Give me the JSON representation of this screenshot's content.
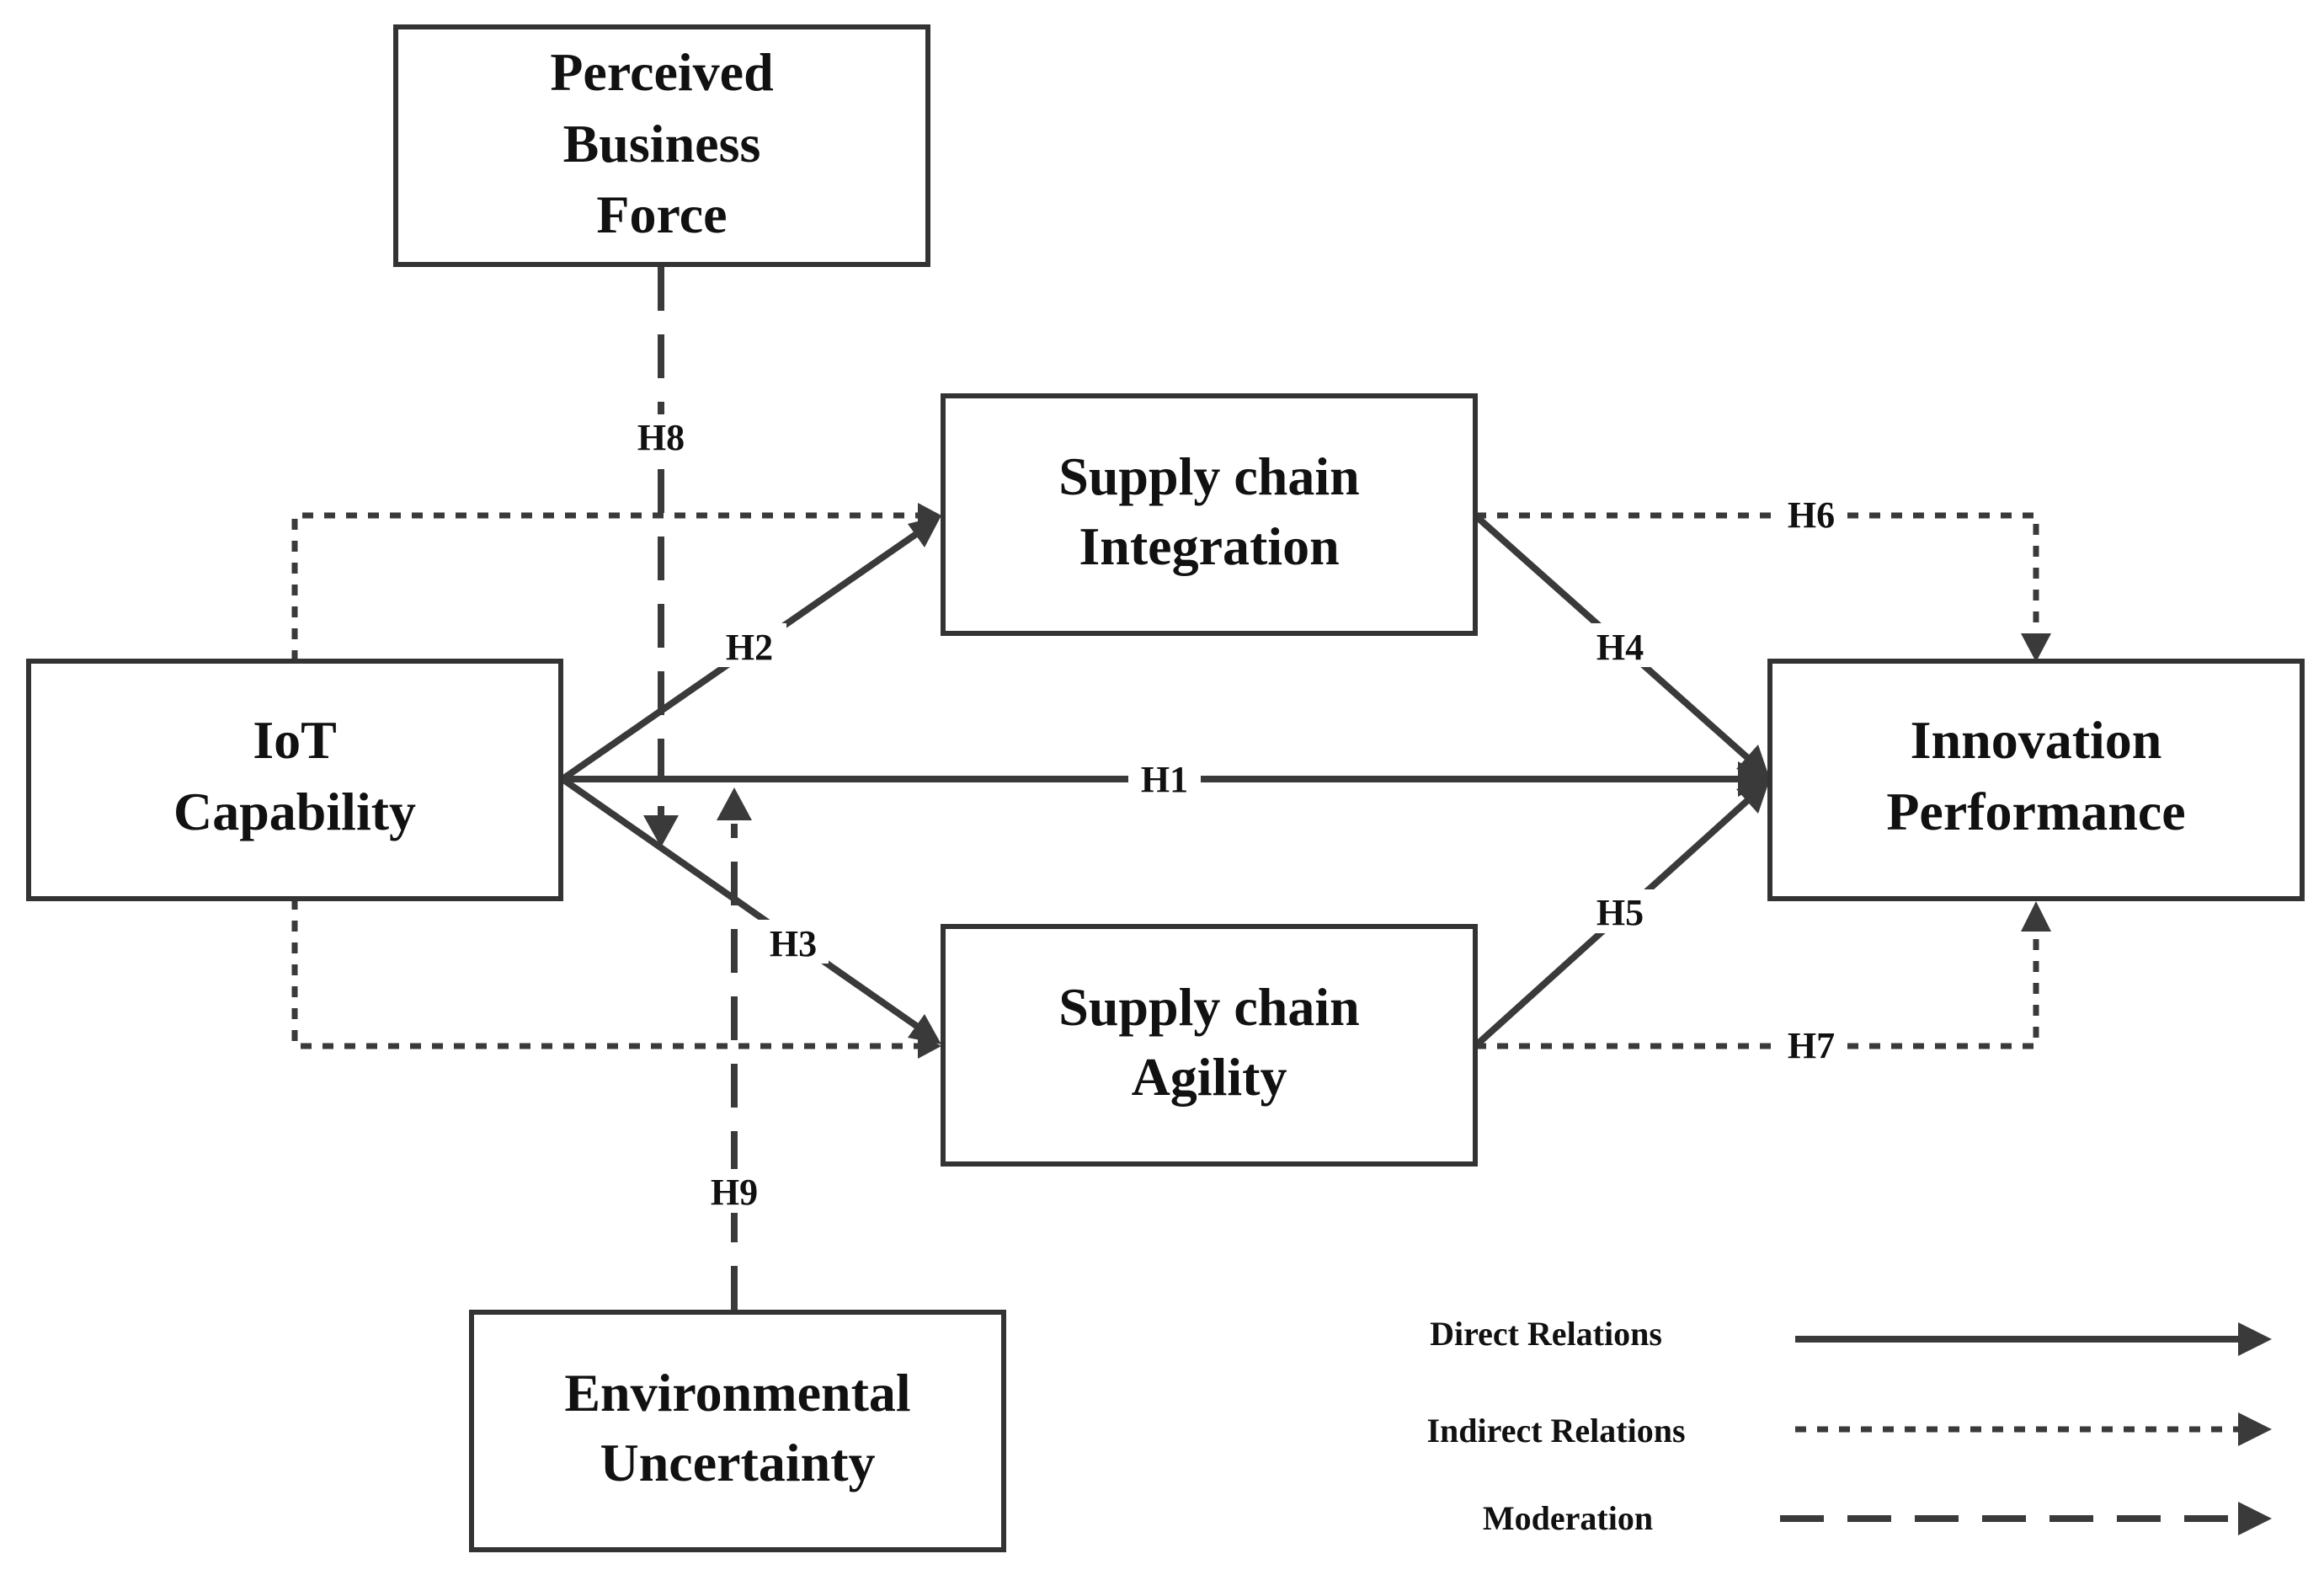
{
  "nodes": {
    "perceived_business_force": [
      "Perceived",
      "Business",
      "Force"
    ],
    "iot_capability": [
      "IoT",
      "Capability"
    ],
    "supply_chain_integration": [
      "Supply chain",
      "Integration"
    ],
    "supply_chain_agility": [
      "Supply chain",
      "Agility"
    ],
    "innovation_performance": [
      "Innovation",
      "Performance"
    ],
    "environmental_uncertainty": [
      "Environmental",
      "Uncertainty"
    ]
  },
  "hypotheses": {
    "h1": "H1",
    "h2": "H2",
    "h3": "H3",
    "h4": "H4",
    "h5": "H5",
    "h6": "H6",
    "h7": "H7",
    "h8": "H8",
    "h9": "H9"
  },
  "legend": {
    "direct": "Direct Relations",
    "indirect": "Indirect Relations",
    "moderation": "Moderation"
  },
  "colors": {
    "line": "#3a3a3a",
    "box_border": "#333333",
    "text": "#111111",
    "background": "#ffffff"
  }
}
